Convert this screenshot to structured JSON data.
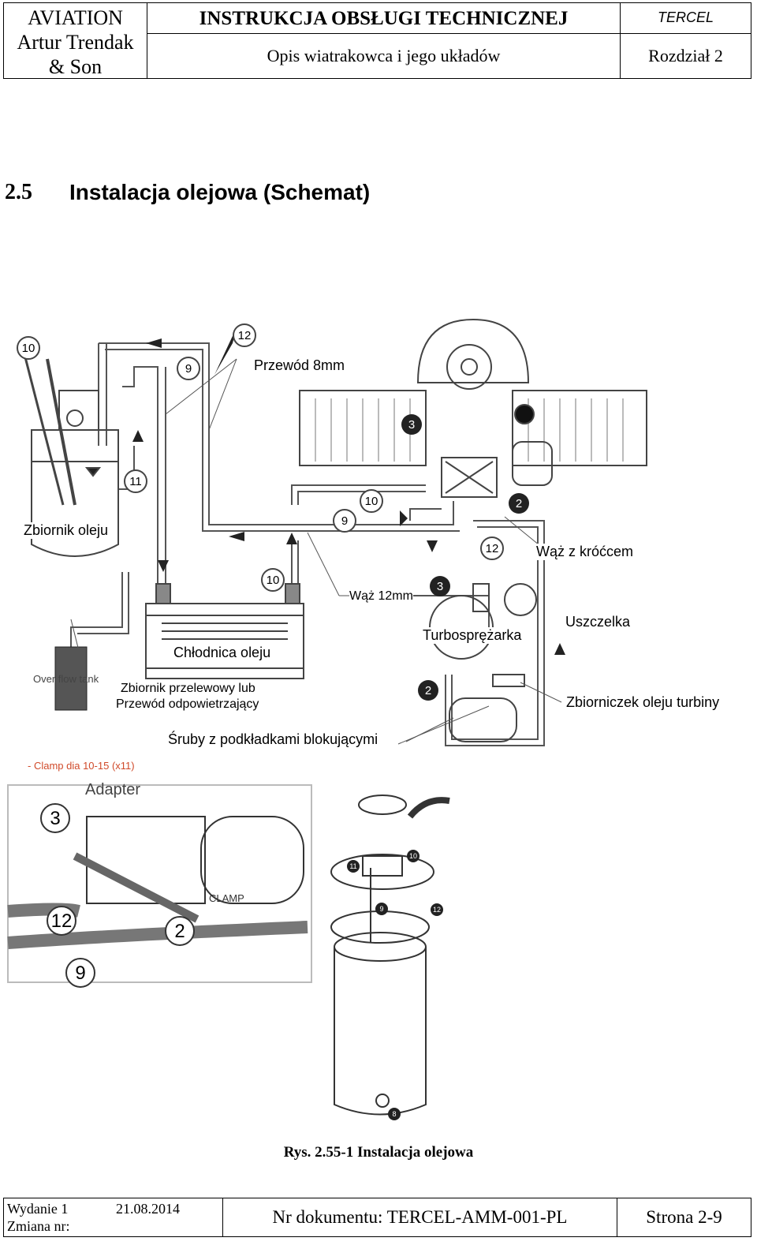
{
  "header": {
    "company_lines": [
      "AVIATION",
      "Artur Trendak",
      "& Son"
    ],
    "doc_title": "INSTRUKCJA OBSŁUGI TECHNICZNEJ",
    "aircraft": "TERCEL",
    "subtitle": "Opis wiatrakowca i jego układów",
    "chapter": "Rozdział  2"
  },
  "section": {
    "number": "2.5",
    "title": "Instalacja olejowa (Schemat)"
  },
  "figure": {
    "labels": {
      "pipe_8mm": "Przewód 8mm",
      "oil_tank": "Zbiornik oleju",
      "hose_with_nozzle": "Wąż z króćcem",
      "hose_12mm": "Wąż 12mm",
      "oil_cooler": "Chłodnica oleju",
      "turbo": "Turbosprężarka",
      "gasket": "Uszczelka",
      "overflow_line1": "Zbiornik przelewowy lub",
      "overflow_line2": "Przewód odpowietrzający",
      "turbo_oil_tank": "Zbiorniczek oleju turbiny",
      "bolts": "Śruby z podkładkami blokującymi",
      "overflow_tank_en": "Over flow tank",
      "clamp_note": "- Clamp dia 10-15 (x11)",
      "adapter": "Adapter",
      "clamp": "CLAMP"
    },
    "callouts": [
      "10",
      "12",
      "9",
      "11",
      "3",
      "2",
      "10",
      "9",
      "12",
      "10",
      "3",
      "2",
      "3",
      "12",
      "2",
      "9",
      "11",
      "10",
      "9",
      "12",
      "8"
    ]
  },
  "caption": "Rys. 2.55-1 Instalacja olejowa",
  "footer": {
    "edition": "Wydanie 1",
    "date": "21.08.2014",
    "change": "Zmiana nr:",
    "doc_number": "Nr dokumentu:  TERCEL-AMM-001-PL",
    "page": "Strona  2-9"
  }
}
